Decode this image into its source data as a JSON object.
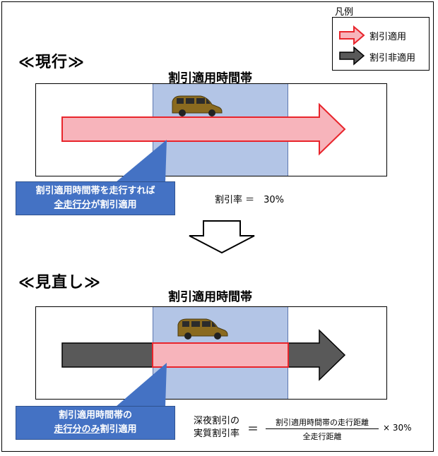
{
  "legend": {
    "title": "凡例",
    "items": [
      {
        "label": "割引適用",
        "color": "#f7b4bb",
        "stroke": "#e8252c"
      },
      {
        "label": "割引非適用",
        "color": "#595959",
        "stroke": "#000000"
      }
    ]
  },
  "current": {
    "title": "≪現行≫",
    "zone_label": "割引適用時間帯",
    "callout_line1": "割引適用時間帯を走行すれば",
    "callout_line2_underlined": "全走行分",
    "callout_line2_rest": "が割引適用",
    "rate_text": "割引率 ＝　30%"
  },
  "transition": {
    "arrow_icon": "down-arrow-icon"
  },
  "revised": {
    "title": "≪見直し≫",
    "zone_label": "割引適用時間帯",
    "callout_line1": "割引適用時間帯の",
    "callout_line2_underlined": "走行分のみ",
    "callout_line2_rest": "割引適用",
    "formula_lhs_line1": "深夜割引の",
    "formula_lhs_line2": "実質割引率",
    "formula_equals": "＝",
    "formula_numerator": "割引適用時間帯の走行距離",
    "formula_denominator": "全走行距離",
    "formula_multiplier": "× 30%"
  },
  "colors": {
    "zone_fill": "#b3c5e6",
    "callout_fill": "#4472c4",
    "discount_fill": "#f7b4bb",
    "discount_stroke": "#e8252c",
    "no_discount_fill": "#595959"
  }
}
